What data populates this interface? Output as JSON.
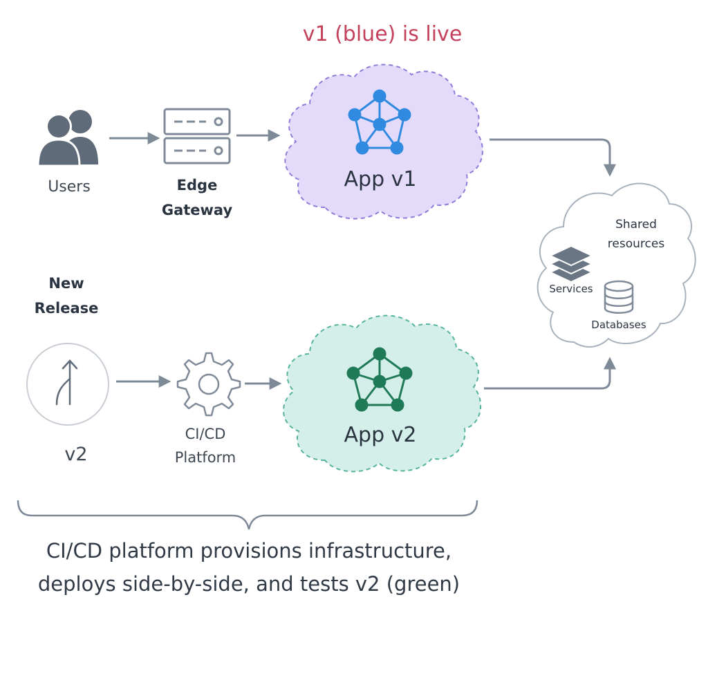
{
  "status": {
    "live_label": "v1 (blue) is live",
    "live_color": "#c4415c"
  },
  "nodes": {
    "users": {
      "label": "Users",
      "icon": "users-icon"
    },
    "edge_gateway": {
      "label_line1": "Edge",
      "label_line2": "Gateway",
      "icon": "server-icon"
    },
    "app_v1": {
      "label": "App v1",
      "icon": "network-icon",
      "fill": "#e4dbfb",
      "stroke": "#8f7bd8",
      "icon_color": "#2f8ae0"
    },
    "new_release": {
      "label_line1": "New",
      "label_line2": "Release"
    },
    "v2_release": {
      "label": "v2",
      "icon": "branch-arrow-icon"
    },
    "cicd_platform": {
      "label_line1": "CI/CD",
      "label_line2": "Platform",
      "icon": "gear-icon"
    },
    "app_v2": {
      "label": "App v2",
      "icon": "network-icon",
      "fill": "#d4efe9",
      "stroke": "#55b39b",
      "icon_color": "#1f7a58"
    },
    "shared_resources": {
      "title_line1": "Shared",
      "title_line2": "resources",
      "services_label": "Services",
      "databases_label": "Databases",
      "services_icon": "layers-icon",
      "databases_icon": "database-icon"
    }
  },
  "footer": {
    "line1": "CI/CD platform provisions infrastructure,",
    "line2": "deploys side-by-side, and tests v2 (green)"
  },
  "colors": {
    "arrow": "#7e8a97",
    "icon_dark": "#5f6b78",
    "icon_outline": "#7e8a97"
  }
}
